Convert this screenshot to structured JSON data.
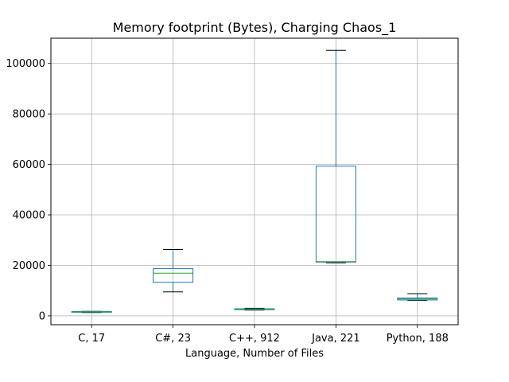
{
  "chart_data": {
    "type": "box",
    "title": "Memory footprint (Bytes), Charging Chaos_1",
    "xlabel": "Language, Number of Files",
    "ylabel": "",
    "ylim": [
      -3500,
      110000
    ],
    "yticks": [
      0,
      20000,
      40000,
      60000,
      80000,
      100000
    ],
    "ytick_labels": [
      "0",
      "20000",
      "40000",
      "60000",
      "80000",
      "100000"
    ],
    "grid": true,
    "categories": [
      "C, 17",
      "C#, 23",
      "C++, 912",
      "Java, 221",
      "Python, 188"
    ],
    "boxes": [
      {
        "category": "C, 17",
        "whisker_low": 1300,
        "q1": 1450,
        "median": 1600,
        "q3": 1750,
        "whisker_high": 1800
      },
      {
        "category": "C#, 23",
        "whisker_low": 9500,
        "q1": 13300,
        "median": 16900,
        "q3": 18700,
        "whisker_high": 26300
      },
      {
        "category": "C++, 912",
        "whisker_low": 2300,
        "q1": 2450,
        "median": 2600,
        "q3": 2800,
        "whisker_high": 3000
      },
      {
        "category": "Java, 221",
        "whisker_low": 21000,
        "q1": 21300,
        "median": 21500,
        "q3": 59300,
        "whisker_high": 105200
      },
      {
        "category": "Python, 188",
        "whisker_low": 6100,
        "q1": 6300,
        "median": 6700,
        "q3": 7100,
        "whisker_high": 8800
      }
    ],
    "colors": {
      "box": "#1f77b4",
      "median": "#2ca02c",
      "whisker_cap": "#000000",
      "grid": "#b0b0b0",
      "axes": "#000000"
    }
  }
}
